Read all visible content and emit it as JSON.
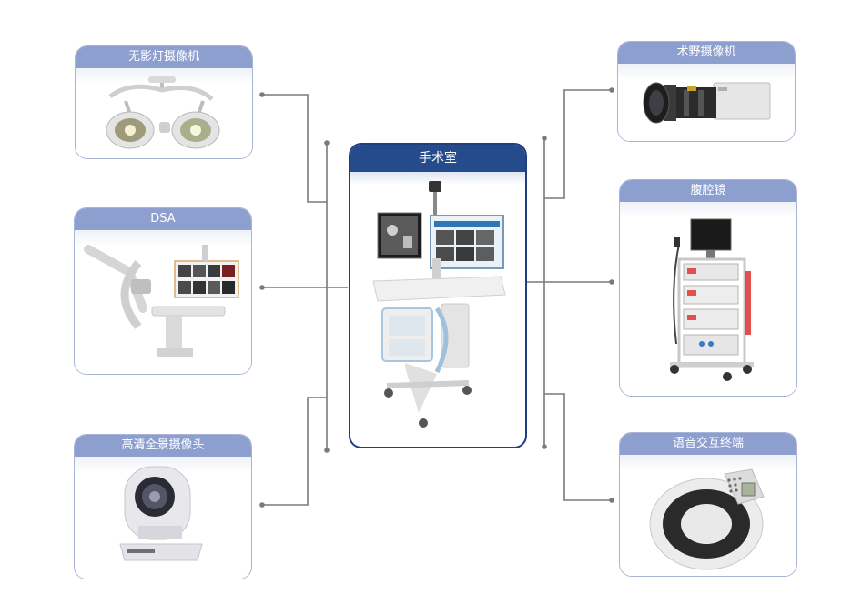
{
  "center": {
    "title": "手术室",
    "image_icon": "medical-cart-workstation-icon"
  },
  "left_devices": [
    {
      "title": "无影灯摄像机",
      "image_icon": "surgical-light-camera-icon"
    },
    {
      "title": "DSA",
      "image_icon": "dsa-angiography-machine-icon"
    },
    {
      "title": "高清全景摄像头",
      "image_icon": "ptz-camera-icon"
    }
  ],
  "right_devices": [
    {
      "title": "术野摄像机",
      "image_icon": "field-camera-icon"
    },
    {
      "title": "腹腔镜",
      "image_icon": "laparoscope-tower-icon"
    },
    {
      "title": "语音交互终端",
      "image_icon": "voice-terminal-icon"
    }
  ],
  "colors": {
    "card_header": "#8c9fce",
    "card_border": "#aab4d6",
    "center_header": "#264b8c",
    "center_border": "#1f3f7e",
    "wire": "#7a7a7a"
  }
}
